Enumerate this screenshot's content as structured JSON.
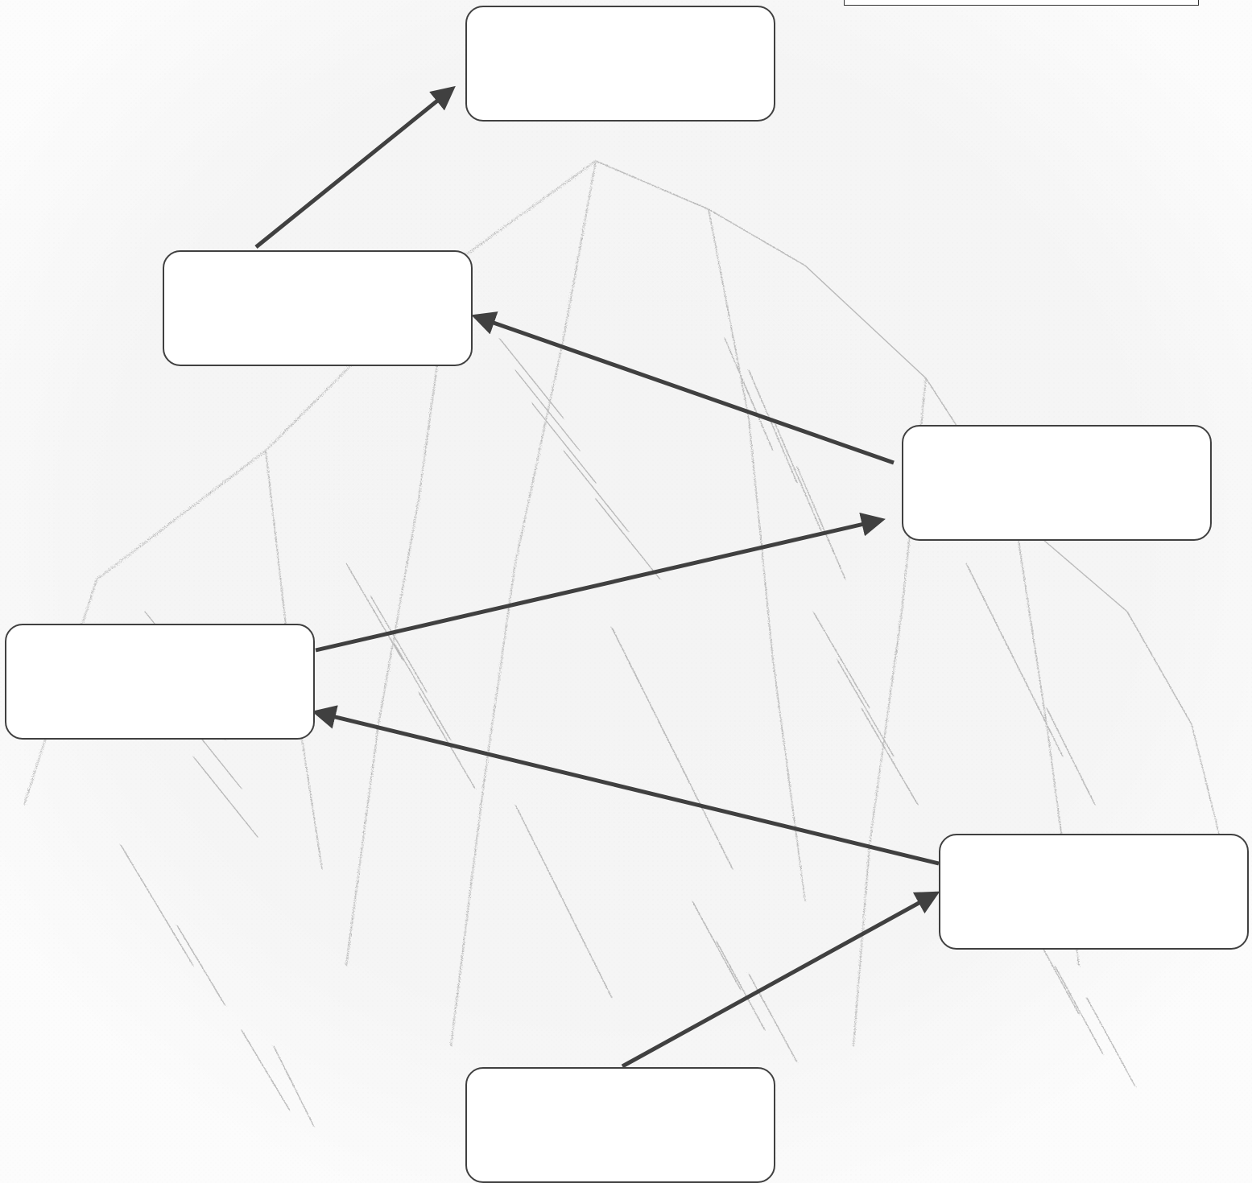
{
  "diagram": {
    "title": "",
    "background_image": "pencil-sketch-mountain",
    "colors": {
      "arrow": "#404040",
      "box_border": "#404040",
      "box_fill": "#ffffff",
      "sketch_stroke": "#8a8a8a"
    },
    "boxes": [
      {
        "id": "box-1",
        "label": ""
      },
      {
        "id": "box-2",
        "label": ""
      },
      {
        "id": "box-3",
        "label": ""
      },
      {
        "id": "box-4",
        "label": ""
      },
      {
        "id": "box-5",
        "label": ""
      },
      {
        "id": "box-6",
        "label": ""
      }
    ],
    "connections": [
      {
        "from": "box-2",
        "to": "box-1"
      },
      {
        "from": "box-3",
        "to": "box-2"
      },
      {
        "from": "box-4",
        "to": "box-3"
      },
      {
        "from": "box-5",
        "to": "box-4"
      },
      {
        "from": "box-6",
        "to": "box-5"
      }
    ]
  }
}
